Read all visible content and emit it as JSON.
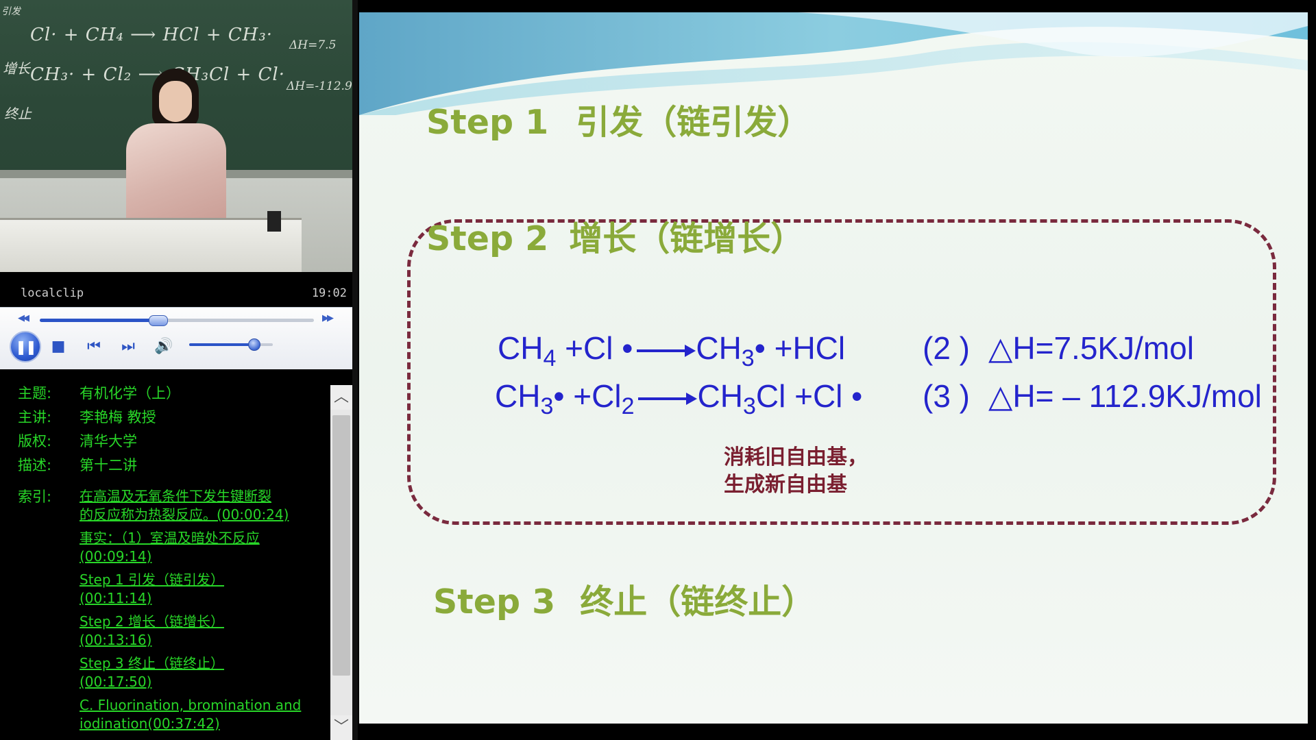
{
  "player": {
    "chalkboard": {
      "line1": "Cl· + CH₄ ⟶ HCl + CH₃·",
      "line1_dh": "ΔH=7.5",
      "line2_label": "增长",
      "line2": "CH₃· + Cl₂ ⟶ CH₃Cl + Cl·",
      "line2_dh": "ΔH=-112.9",
      "line3_label": "终止",
      "corner_label": "引发"
    },
    "source": "localclip",
    "time": "19:02",
    "seek_progress": 0.43,
    "volume": 0.78,
    "icons": {
      "play_pause": "pause-icon",
      "stop": "stop-icon",
      "prev": "previous-icon",
      "next": "next-icon",
      "volume": "speaker-icon"
    }
  },
  "info": {
    "rows": [
      {
        "label": "主题:",
        "value": "有机化学（上）"
      },
      {
        "label": "主讲:",
        "value": "李艳梅 教授"
      },
      {
        "label": "版权:",
        "value": "清华大学"
      },
      {
        "label": "描述:",
        "value": "第十二讲"
      }
    ],
    "index_label": "索引:",
    "index": [
      {
        "line1": "在高温及无氧条件下发生键断裂",
        "line2": "的反应称为热裂反应。(00:00:24)"
      },
      {
        "line1": "事实：（1）室温及暗处不反应",
        "line2": "(00:09:14)"
      },
      {
        "line1": "Step 1 引发（链引发）",
        "line2": "(00:11:14)"
      },
      {
        "line1": "Step 2 增长（链增长）",
        "line2": "(00:13:16)"
      },
      {
        "line1": "Step 3 终止（链终止）",
        "line2": "(00:17:50)"
      },
      {
        "line1": "C. Fluorination, bromination and",
        "line2": "iodination(00:37:42)"
      }
    ]
  },
  "slide": {
    "step1": {
      "num": "Step 1",
      "text": "引发（链引发）"
    },
    "step2": {
      "num": "Step 2",
      "text": "增长（链增长）"
    },
    "step3": {
      "num": "Step 3",
      "text": "终止（链终止）"
    },
    "eq1": {
      "lhs_a": "CH",
      "lhs_a_sub": "4",
      "lhs_b": " +Cl •",
      "rhs_a": "CH",
      "rhs_a_sub": "3",
      "rhs_b": "• +HCl",
      "num": "(2 )",
      "dh": "△H=7.5KJ/mol"
    },
    "eq2": {
      "lhs_a": "CH",
      "lhs_a_sub": "3",
      "lhs_b": "• +Cl",
      "lhs_b_sub": "2",
      "rhs_a": "CH",
      "rhs_a_sub": "3",
      "rhs_b": "Cl +Cl •",
      "num": "(3 )",
      "dh": "△H= – 112.9KJ/mol"
    },
    "note_line1": "消耗旧自由基，",
    "note_line2": "生成新自由基"
  },
  "colors": {
    "step_heading": "#8aaa3a",
    "equation": "#2424cc",
    "box_border": "#7a2a3e",
    "note": "#7a1f30",
    "index_link": "#28d628"
  }
}
